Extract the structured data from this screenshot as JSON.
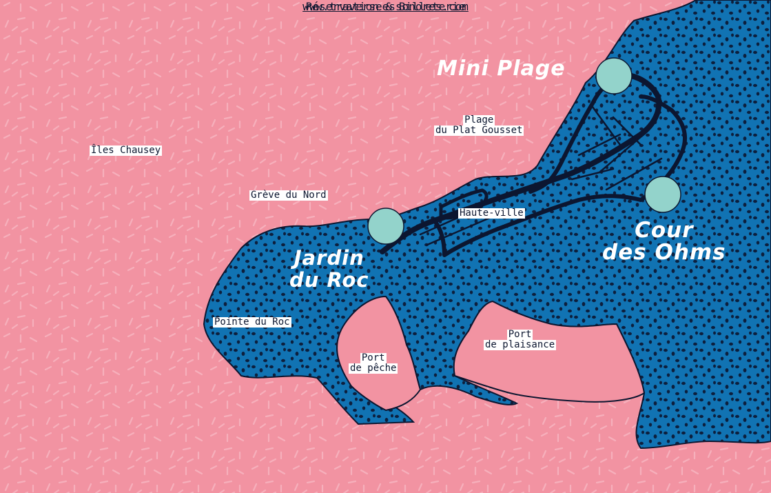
{
  "map": {
    "places": {
      "iles_chausey": "Îles Chausey",
      "greve_du_nord": "Grève du Nord",
      "plage_plat_gousset_l1": "Plage",
      "plage_plat_gousset_l2": "du Plat Gousset",
      "haute_ville": "Haute-ville",
      "pointe_du_roc": "Pointe du Roc",
      "port_peche_l1": "Port",
      "port_peche_l2": "de pêche",
      "port_plaisance_l1": "Port",
      "port_plaisance_l2": "de plaisance"
    },
    "venues": {
      "mini_plage": "Mini Plage",
      "jardin_l1": "Jardin",
      "jardin_l2": "du Roc",
      "cour_l1": "Cour",
      "cour_l2": "des Ohms"
    },
    "colors": {
      "land": "#f293a2",
      "sea": "#1173b3",
      "dots": "#0c1630",
      "markers": "#93d3cb"
    }
  },
  "footer": {
    "reservation": "Réservation & Billeterie",
    "website": "www.traverseessonores.com"
  }
}
